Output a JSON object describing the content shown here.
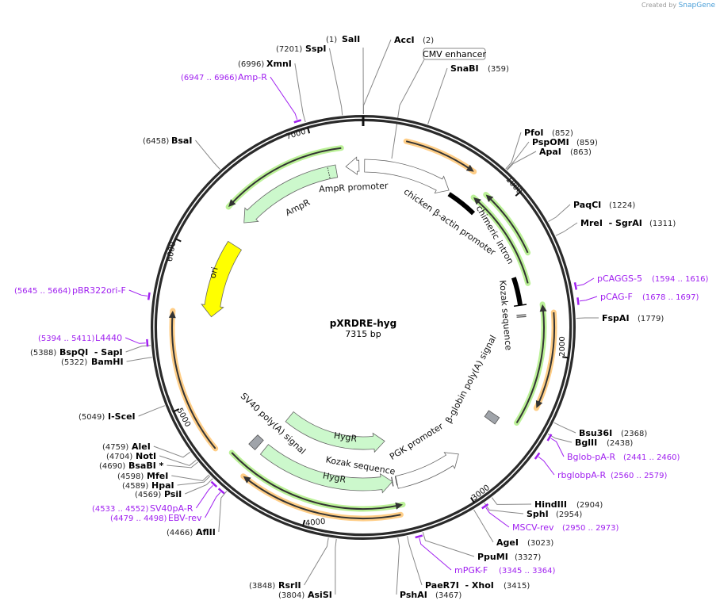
{
  "credit": {
    "prefix": "Created by",
    "brand": "SnapGene"
  },
  "plasmid": {
    "name": "pXRDRE-hyg",
    "length_label": "7315 bp",
    "length": 7315
  },
  "ring_ticks": [
    "1000",
    "2000",
    "3000",
    "4000",
    "5000",
    "6000",
    "7000"
  ],
  "enzymes": [
    {
      "name": "AccI",
      "position": 2
    },
    {
      "name": "SnaBI",
      "position": 359
    },
    {
      "name": "PfoI",
      "position": 852
    },
    {
      "name": "PspOMI",
      "position": 859
    },
    {
      "name": "ApaI",
      "position": 863
    },
    {
      "name": "PaqCI",
      "position": 1224
    },
    {
      "name": "MreI  - SgrAI",
      "position": 1311
    },
    {
      "name": "FspAI",
      "position": 1779
    },
    {
      "name": "Bsu36I",
      "position": 2368
    },
    {
      "name": "BglII",
      "position": 2438
    },
    {
      "name": "HindIII",
      "position": 2904
    },
    {
      "name": "SphI",
      "position": 2954
    },
    {
      "name": "AgeI",
      "position": 3023
    },
    {
      "name": "PpuMI",
      "position": 3327
    },
    {
      "name": "PaeR7I  - XhoI",
      "position": 3415
    },
    {
      "name": "PshAI",
      "position": 3467
    },
    {
      "name": "SalI",
      "position": 1
    },
    {
      "name": "SspI",
      "position": 7201
    },
    {
      "name": "XmnI",
      "position": 6996
    },
    {
      "name": "BsaI",
      "position": 6458
    },
    {
      "name": "BspQI  - SapI",
      "position": 5388
    },
    {
      "name": "BamHI",
      "position": 5322
    },
    {
      "name": "I-SceI",
      "position": 5049
    },
    {
      "name": "AleI",
      "position": 4759
    },
    {
      "name": "NotI",
      "position": 4704
    },
    {
      "name": "BsaBI *",
      "position": 4690
    },
    {
      "name": "MfeI",
      "position": 4598
    },
    {
      "name": "HpaI",
      "position": 4589
    },
    {
      "name": "PsiI",
      "position": 4569
    },
    {
      "name": "AflII",
      "position": 4466
    },
    {
      "name": "RsrII",
      "position": 3848
    },
    {
      "name": "AsiSI",
      "position": 3804
    }
  ],
  "primers": [
    {
      "name": "Amp-R",
      "range": "6947 .. 6966"
    },
    {
      "name": "pBR322ori-F",
      "range": "5645 .. 5664"
    },
    {
      "name": "L4440",
      "range": "5394 .. 5411"
    },
    {
      "name": "SV40pA-R",
      "range": "4533 .. 4552"
    },
    {
      "name": "EBV-rev",
      "range": "4479 .. 4498"
    },
    {
      "name": "pCAGGS-5",
      "range": "1594 .. 1616"
    },
    {
      "name": "pCAG-F",
      "range": "1678 .. 1697"
    },
    {
      "name": "Bglob-pA-R",
      "range": "2441 .. 2460"
    },
    {
      "name": "rbglobpA-R",
      "range": "2560 .. 2579"
    },
    {
      "name": "MSCV-rev",
      "range": "2950 .. 2973"
    },
    {
      "name": "mPGK-F",
      "range": "3345 .. 3364"
    }
  ],
  "callout": {
    "label": "CMV enhancer"
  },
  "features": [
    {
      "name": "AmpR promoter",
      "start": 7190,
      "end": 7285,
      "direction": "ccw",
      "color": "#ffffff"
    },
    {
      "name": "AmpR",
      "start": 6325,
      "end": 7118,
      "direction": "ccw",
      "color": "#ccf8cc"
    },
    {
      "name": "ori",
      "start": 5567,
      "end": 6147,
      "direction": "ccw",
      "color": "#ffff00"
    },
    {
      "name": "chicken β-actin promoter",
      "start": 10,
      "end": 650,
      "direction": "cw",
      "color": "#ffffff"
    },
    {
      "name": "chimeric intron",
      "start": 665,
      "end": 1666,
      "direction": "none",
      "color": "#000000"
    },
    {
      "name": "Kozak sequence",
      "start": 1738,
      "end": 1752,
      "direction": "none",
      "color": "#ffffff"
    },
    {
      "name": "β-globin poly(A) signal",
      "start": 2510,
      "end": 2566,
      "direction": "none",
      "color": "#a0a4aa"
    },
    {
      "name": "PGK promoter",
      "start": 2906,
      "end": 3408,
      "direction": "ccw",
      "color": "#ffffff"
    },
    {
      "name": "Kozak sequence",
      "start": 3410,
      "end": 3440,
      "direction": "none",
      "color": "#ffffff"
    },
    {
      "name": "HygR",
      "start": 3440,
      "end": 4450,
      "direction": "ccw",
      "color": "#ccf8cc"
    },
    {
      "name": "HygR",
      "start": 3440,
      "end": 4460,
      "direction": "ccw",
      "color": "#ccf8cc"
    },
    {
      "name": "SV40 poly(A) signal",
      "start": 4500,
      "end": 4560,
      "direction": "none",
      "color": "#a0a4aa"
    }
  ],
  "orfs": [
    {
      "start": 264,
      "end": 720,
      "direction": "cw",
      "color": "#ffc97a"
    },
    {
      "start": 819,
      "end": 1524,
      "direction": "ccw",
      "color": "#b4f08c"
    },
    {
      "start": 868,
      "end": 1333,
      "direction": "ccw",
      "color": "#b4f08c"
    },
    {
      "start": 1680,
      "end": 2477,
      "direction": "ccw",
      "color": "#b4f08c"
    },
    {
      "start": 1737,
      "end": 2337,
      "direction": "cw",
      "color": "#ffc97a"
    },
    {
      "start": 3427,
      "end": 4447,
      "direction": "cw",
      "color": "#ffc97a"
    },
    {
      "start": 3401,
      "end": 4600,
      "direction": "ccw",
      "color": "#b4f08c"
    },
    {
      "start": 4686,
      "end": 5588,
      "direction": "cw",
      "color": "#ffc97a"
    },
    {
      "start": 6336,
      "end": 7173,
      "direction": "ccw",
      "color": "#b4f08c"
    }
  ],
  "colors": {
    "backbone": "#2a2a2a",
    "primer": "#a020f0",
    "leader": "#888888"
  }
}
